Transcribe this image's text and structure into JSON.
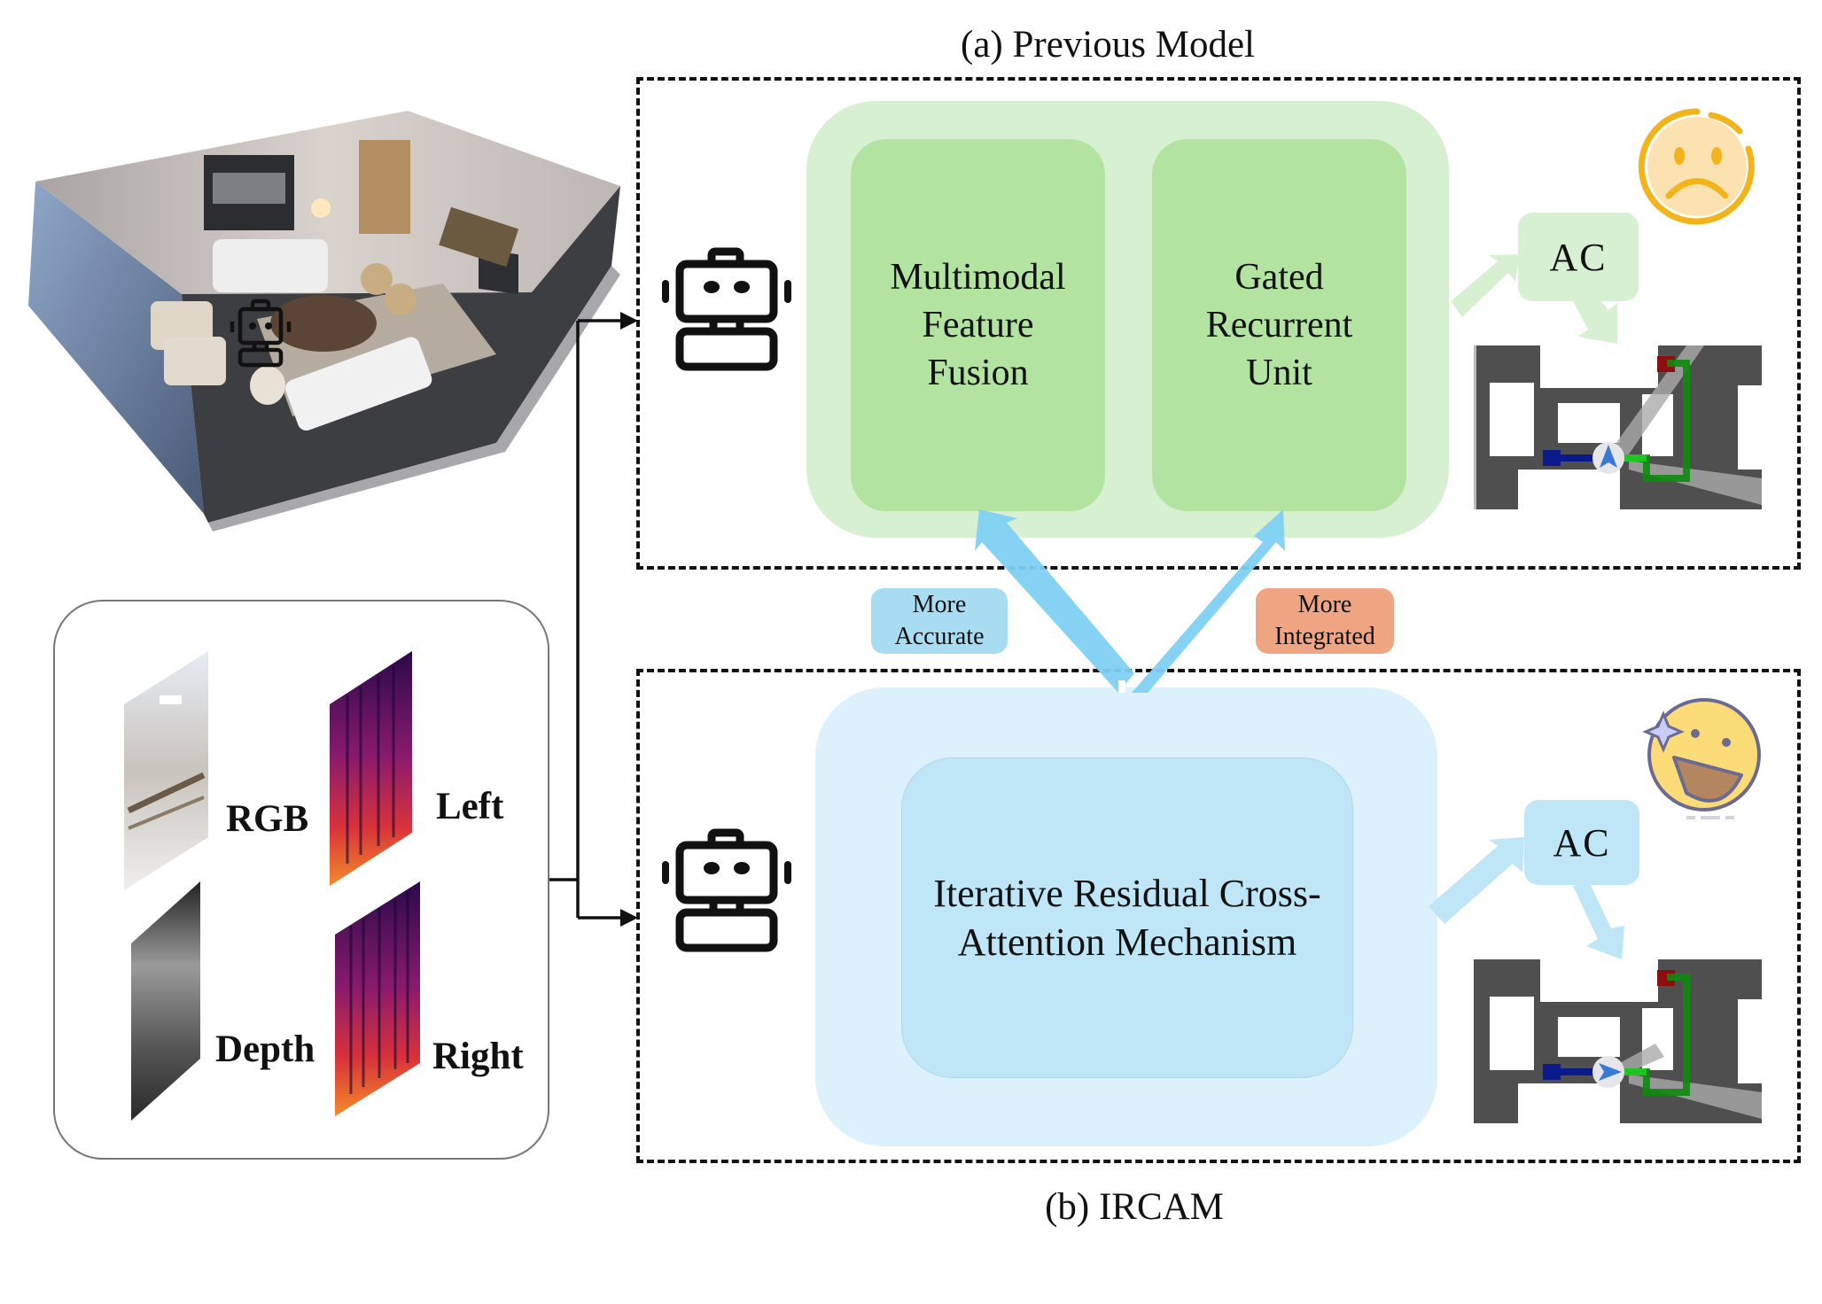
{
  "captions": {
    "top": "(a) Previous Model",
    "bottom": "(b) IRCAM"
  },
  "previous_model": {
    "modules": [
      {
        "lines": [
          "Multimodal",
          "Feature",
          "Fusion"
        ]
      },
      {
        "lines": [
          "Gated",
          "Recurrent",
          "Unit"
        ]
      }
    ],
    "ac_label": "AC",
    "emoji": "sad-face"
  },
  "ircam": {
    "module_lines": [
      "Iterative Residual Cross-",
      "Attention Mechanism"
    ],
    "ac_label": "AC",
    "emoji": "happy-face"
  },
  "improvement_tags": [
    {
      "lines": [
        "More",
        "Accurate"
      ],
      "color": "#a7dcf3"
    },
    {
      "lines": [
        "More",
        "Integrated"
      ],
      "color": "#f0a582"
    }
  ],
  "inputs": {
    "modalities": [
      {
        "label": "RGB"
      },
      {
        "label": "Left"
      },
      {
        "label": "Depth"
      },
      {
        "label": "Right"
      }
    ]
  },
  "colors": {
    "green_outer": "#d8f0d2",
    "green_inner": "#b3e3a1",
    "blue_outer": "#dcf1fb",
    "blue_inner": "#bee6f6",
    "arrow_blue": "#7fd0f3",
    "sad_face": "#f3b31a",
    "happy_face": "#fbdc78",
    "path_green": "#1fc51f",
    "path_blue": "#0a1a8a",
    "goal_red": "#8b0f0f"
  }
}
